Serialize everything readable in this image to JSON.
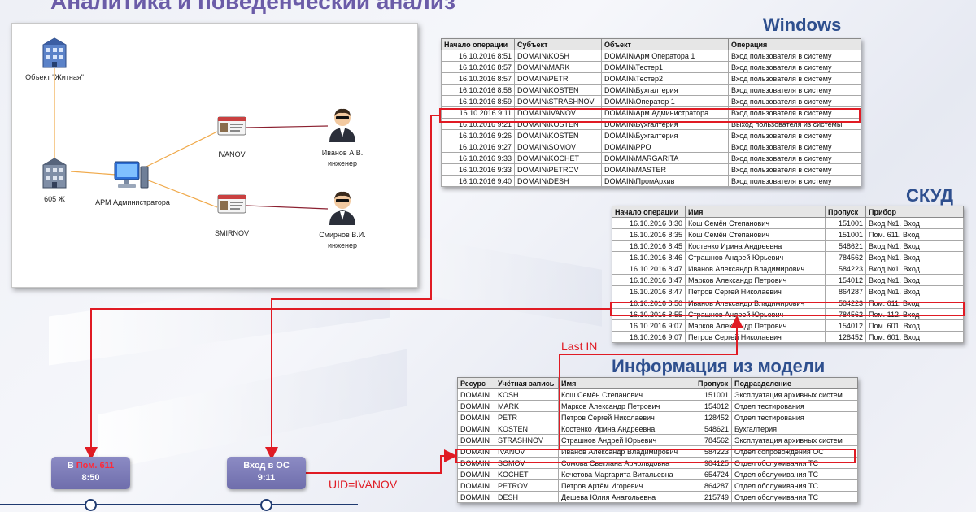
{
  "page_title": "Аналитика и поведенческий анализ",
  "diagram": {
    "nodes": {
      "object": "Объект \"Житная\"",
      "building": "605 Ж",
      "workstation": "АРМ Администратора",
      "card1": "IVANOV",
      "card2": "SMIRNOV",
      "person1_name": "Иванов А.В.",
      "person1_role": "инженер",
      "person2_name": "Смирнов В.И.",
      "person2_role": "инженер"
    }
  },
  "windows": {
    "title": "Windows",
    "headers": [
      "Начало операции",
      "Субъект",
      "Объект",
      "Операция"
    ],
    "rows": [
      [
        "16.10.2016 8:51",
        "DOMAIN\\KOSH",
        "DOMAIN\\Арм Оператора 1",
        "Вход пользователя в систему"
      ],
      [
        "16.10.2016 8:57",
        "DOMAIN\\MARK",
        "DOMAIN\\Тестер1",
        "Вход пользователя в систему"
      ],
      [
        "16.10.2016 8:57",
        "DOMAIN\\PETR",
        "DOMAIN\\Тестер2",
        "Вход пользователя в систему"
      ],
      [
        "16.10.2016 8:58",
        "DOMAIN\\KOSTEN",
        "DOMAIN\\Бухгалтерия",
        "Вход пользователя в систему"
      ],
      [
        "16.10.2016 8:59",
        "DOMAIN\\STRASHNOV",
        "DOMAIN\\Оператор 1",
        "Вход пользователя в систему"
      ],
      [
        "16.10.2016 9:11",
        "DOMAIN\\IVANOV",
        "DOMAIN\\Арм Администратора",
        "Вход пользователя в систему"
      ],
      [
        "16.10.2016 9:21",
        "DOMAIN\\KOSTEN",
        "DOMAIN\\Бухгалтерия",
        "Выход пользователя из системы"
      ],
      [
        "16.10.2016 9:26",
        "DOMAIN\\KOSTEN",
        "DOMAIN\\Бухгалтерия",
        "Вход пользователя в систему"
      ],
      [
        "16.10.2016 9:27",
        "DOMAIN\\SOMOV",
        "DOMAIN\\PPO",
        "Вход пользователя в систему"
      ],
      [
        "16.10.2016 9:33",
        "DOMAIN\\KOCHET",
        "DOMAIN\\MARGARITA",
        "Вход пользователя в систему"
      ],
      [
        "16.10.2016 9:33",
        "DOMAIN\\PETROV",
        "DOMAIN\\MASTER",
        "Вход пользователя в систему"
      ],
      [
        "16.10.2016 9:40",
        "DOMAIN\\DESH",
        "DOMAIN\\ПромАрхив",
        "Вход пользователя в систему"
      ]
    ]
  },
  "skud": {
    "title": "СКУД",
    "headers": [
      "Начало операции",
      "Имя",
      "Пропуск",
      "Прибор"
    ],
    "rows": [
      [
        "16.10.2016 8:30",
        "Кош Семён Степанович",
        "151001",
        "Вход №1. Вход"
      ],
      [
        "16.10.2016 8:35",
        "Кош Семён Степанович",
        "151001",
        "Пом. 611. Вход"
      ],
      [
        "16.10.2016 8:45",
        "Костенко Ирина Андреевна",
        "548621",
        "Вход №1. Вход"
      ],
      [
        "16.10.2016 8:46",
        "Страшнов Андрей Юрьевич",
        "784562",
        "Вход №1. Вход"
      ],
      [
        "16.10.2016 8:47",
        "Иванов Александр Владимирович",
        "584223",
        "Вход №1. Вход"
      ],
      [
        "16.10.2016 8:47",
        "Марков Александр Петрович",
        "154012",
        "Вход №1. Вход"
      ],
      [
        "16.10.2016 8:47",
        "Петров Сергей Николаевич",
        "864287",
        "Вход №1. Вход"
      ],
      [
        "16.10.2016 8:50",
        "Иванов Александр Владимирович",
        "584223",
        "Пом. 611. Вход"
      ],
      [
        "16.10.2016 8:55",
        "Страшнов Андрей Юрьевич",
        "784562",
        "Пом. 112. Вход"
      ],
      [
        "16.10.2016 9:07",
        "Марков Александр Петрович",
        "154012",
        "Пом. 601. Вход"
      ],
      [
        "16.10.2016 9:07",
        "Петров Сергей Николаевич",
        "128452",
        "Пом. 601. Вход"
      ]
    ]
  },
  "model": {
    "title": "Информация из модели",
    "headers": [
      "Ресурс",
      "Учётная запись",
      "Имя",
      "Пропуск",
      "Подразделение"
    ],
    "rows": [
      [
        "DOMAIN",
        "KOSH",
        "Кош Семён Степанович",
        "151001",
        "Эксплуатация архивных систем"
      ],
      [
        "DOMAIN",
        "MARK",
        "Марков Александр Петрович",
        "154012",
        "Отдел тестирования"
      ],
      [
        "DOMAIN",
        "PETR",
        "Петров Сергей Николаевич",
        "128452",
        "Отдел тестирования"
      ],
      [
        "DOMAIN",
        "KOSTEN",
        "Костенко Ирина Андреевна",
        "548621",
        "Бухгалтерия"
      ],
      [
        "DOMAIN",
        "STRASHNOV",
        "Страшнов Андрей Юрьевич",
        "784562",
        "Эксплуатация архивных систем"
      ],
      [
        "DOMAIN",
        "IVANOV",
        "Иванов Александр Владимирович",
        "584223",
        "Отдел сопровождения ОС"
      ],
      [
        "DOMAIN",
        "SOMOV",
        "Сомова Светлана Арнольдовна",
        "984125",
        "Отдел обслуживания ТС"
      ],
      [
        "DOMAIN",
        "KOCHET",
        "Кочетова Маргарита Витальевна",
        "654724",
        "Отдел обслуживания ТС"
      ],
      [
        "DOMAIN",
        "PETROV",
        "Петров Артём Игоревич",
        "864287",
        "Отдел обслуживания ТС"
      ],
      [
        "DOMAIN",
        "DESH",
        "Дешева Юлия Анатольевна",
        "215749",
        "Отдел обслуживания ТС"
      ]
    ]
  },
  "annotations": {
    "last_in": "Last IN",
    "uid": "UID=IVANOV"
  },
  "events": {
    "event1_prefix": "В",
    "event1_room": "Пом. 611",
    "event1_time": "8:50",
    "event2_label": "Вход в ОС",
    "event2_time": "9:11"
  },
  "colors": {
    "title": "#6b5ca8",
    "section": "#2e4f8e",
    "highlight": "#e01b24",
    "event_box": "#7b7ab8",
    "timeline": "#1f3a70"
  }
}
